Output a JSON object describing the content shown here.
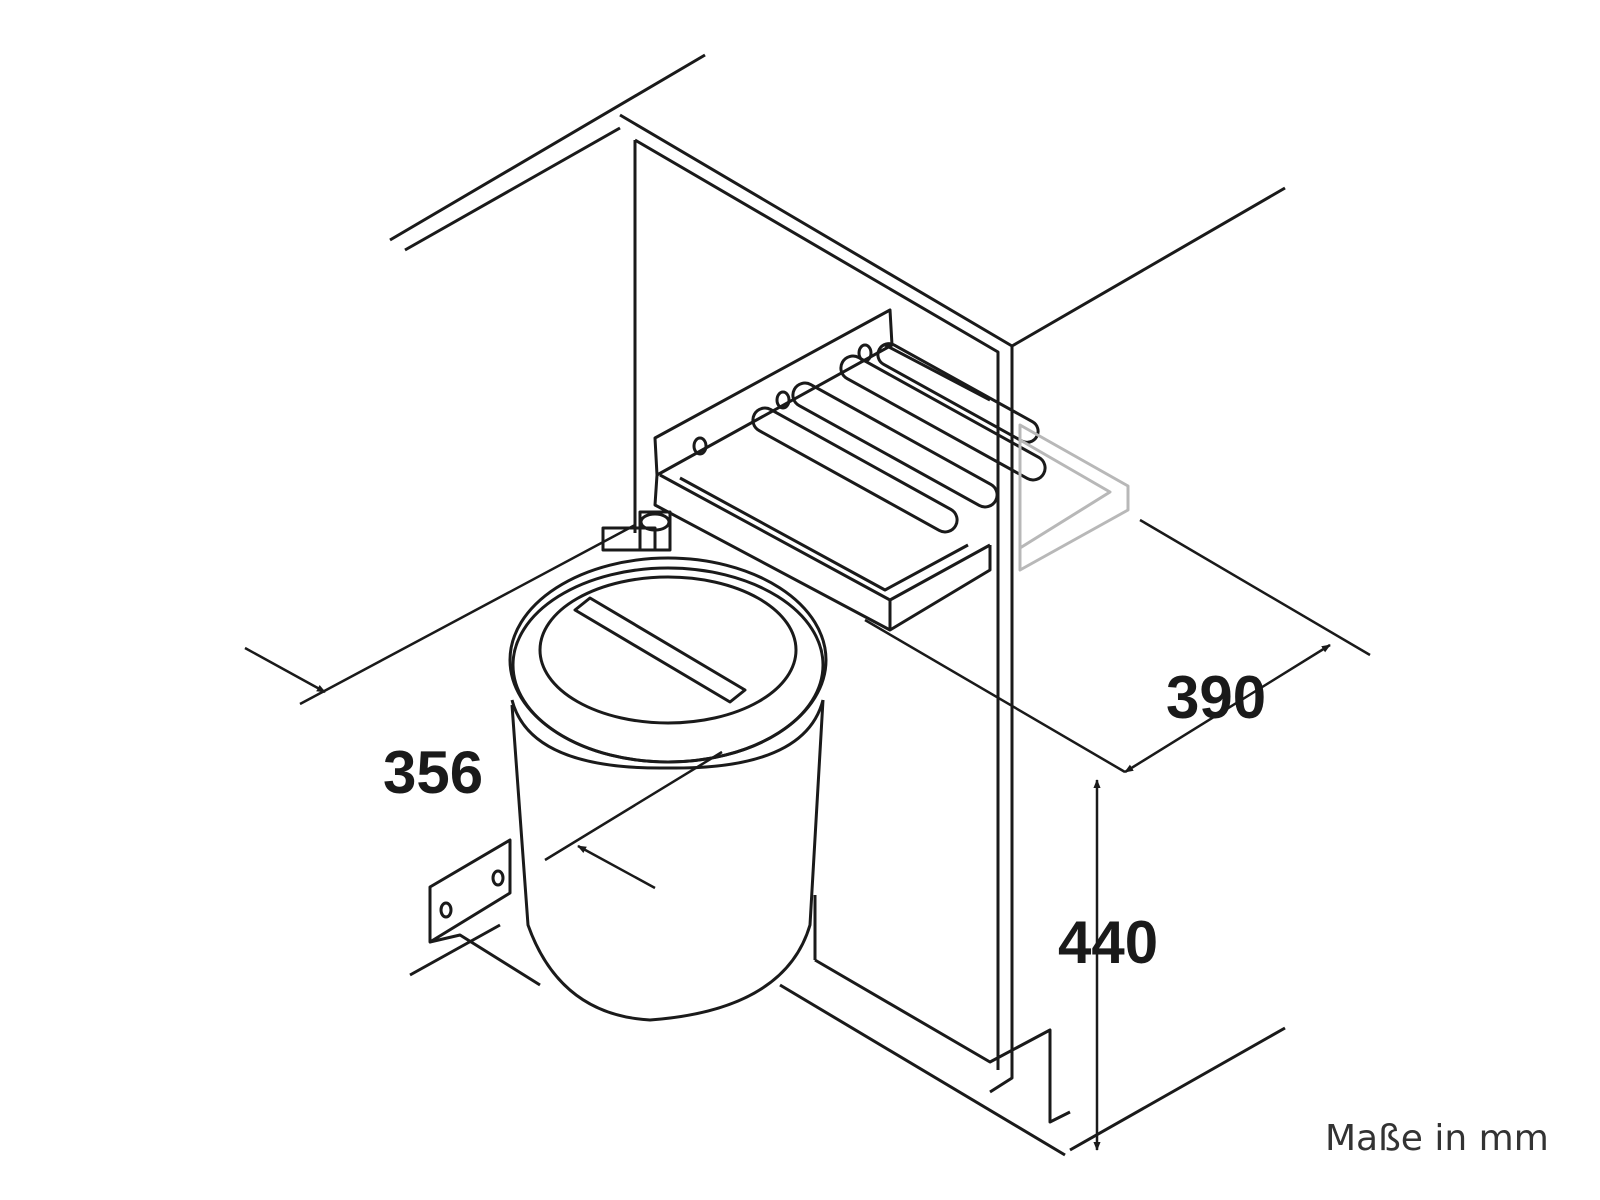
{
  "dimensions": {
    "depth": "390",
    "diameter": "356",
    "height": "440"
  },
  "units_note": "Maße in mm",
  "colors": {
    "line": "#1a1a1a",
    "ghost_line": "#b8b8b8",
    "background": "#ffffff"
  }
}
